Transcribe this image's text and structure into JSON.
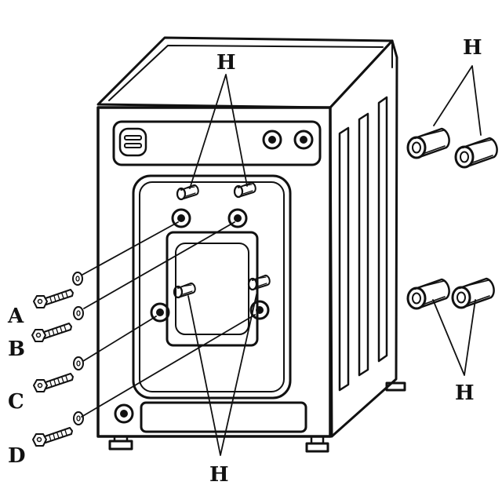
{
  "labels": {
    "a": "A",
    "b": "B",
    "c": "C",
    "d": "D",
    "h_top": "H",
    "h_right_top": "H",
    "h_bottom": "H",
    "h_right_bottom": "H"
  },
  "icons": {
    "machine": "washing-machine-rear-icon",
    "bolt": "transport-bolt-icon",
    "washer": "washer-icon",
    "plug": "hole-cover-plug-icon"
  },
  "colors": {
    "ink": "#111111",
    "paper": "#ffffff"
  }
}
